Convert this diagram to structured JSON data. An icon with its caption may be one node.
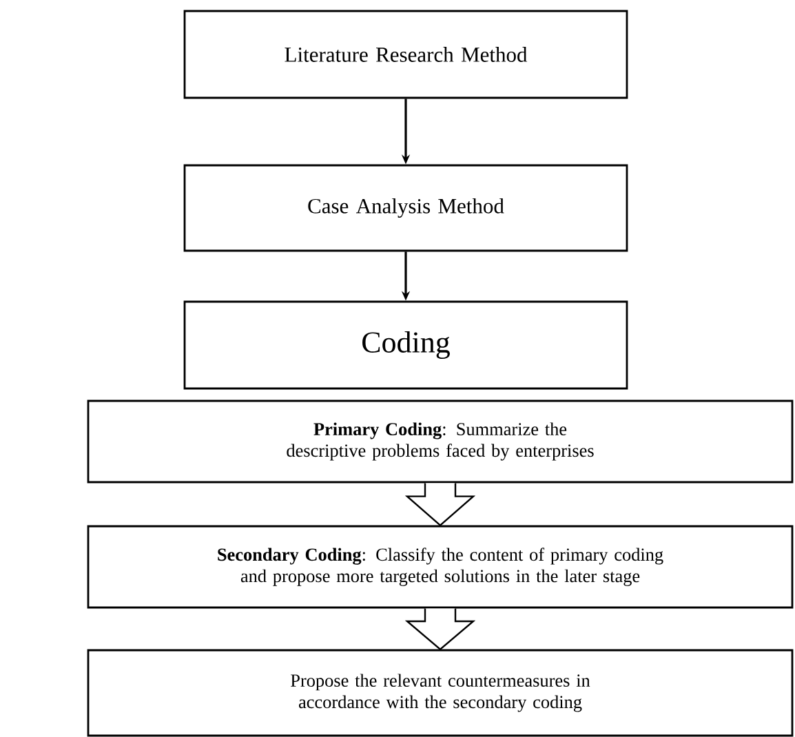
{
  "diagram": {
    "nodes": [
      {
        "text": [
          "Literature Research Method"
        ]
      },
      {
        "text": [
          "Case Analysis Method"
        ]
      },
      {
        "text": [
          "Coding"
        ]
      },
      {
        "text": [
          "**Primary Coding**: Summarize the descriptive problems faced by enterprises"
        ]
      },
      {
        "text": [
          "**Secondary Coding**: Classify the content of primary coding and propose more targeted solutions in the later stage"
        ]
      },
      {
        "text": [
          "Propose the relevant countermeasures in accordance with the secondary coding"
        ]
      }
    ],
    "edges": [
      {
        "from": 0,
        "to": 1,
        "arrow": "to"
      },
      {
        "from": 1,
        "to": 2,
        "arrow": "to"
      },
      {
        "from": 3,
        "to": 4,
        "arrow": "to"
      },
      {
        "from": 4,
        "to": 5,
        "arrow": "to"
      }
    ]
  }
}
